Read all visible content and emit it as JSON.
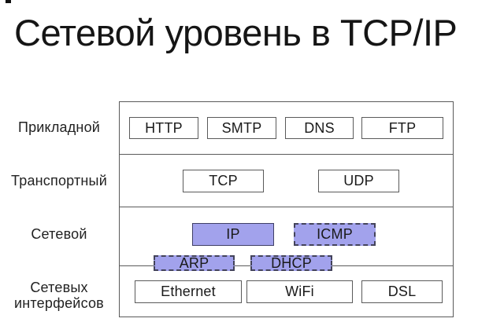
{
  "title": "Сетевой уровень в TCP/IP",
  "diagram": {
    "colors": {
      "highlight_fill": "#a2a2ec",
      "box_border": "#5a5a5a",
      "highlight_solid_border": "#3f3f66",
      "highlight_dashed_border": "#43435a"
    },
    "layers": [
      {
        "label": "Прикладной",
        "boxes": [
          {
            "label": "HTTP"
          },
          {
            "label": "SMTP"
          },
          {
            "label": "DNS"
          },
          {
            "label": "FTP"
          }
        ]
      },
      {
        "label": "Транспортный",
        "boxes": [
          {
            "label": "TCP"
          },
          {
            "label": "UDP"
          }
        ]
      },
      {
        "label": "Сетевой",
        "boxes": [
          {
            "label": "IP",
            "style": "highlight-solid"
          },
          {
            "label": "ICMP",
            "style": "highlight-dashed"
          }
        ]
      },
      {
        "label": "Сетевых интерфейсов",
        "boxes": [
          {
            "label": "Ethernet"
          },
          {
            "label": "WiFi"
          },
          {
            "label": "DSL"
          }
        ]
      }
    ],
    "straddle_boxes": [
      {
        "label": "ARP",
        "style": "highlight-dashed"
      },
      {
        "label": "DHCP",
        "style": "highlight-dashed"
      }
    ]
  }
}
